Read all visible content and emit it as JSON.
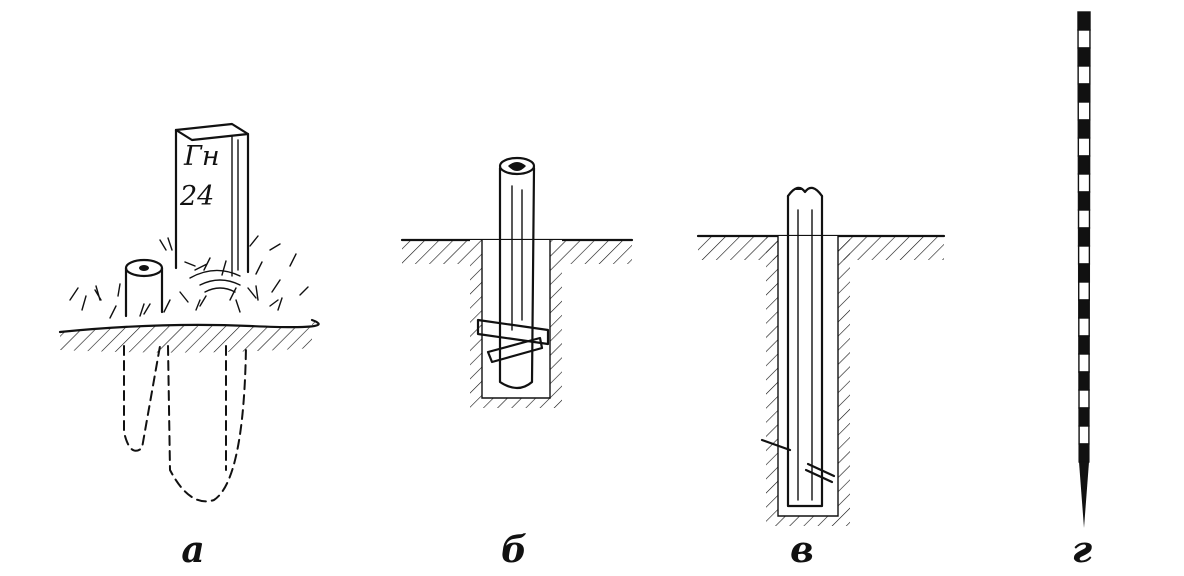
{
  "figures": [
    {
      "id": "a",
      "caption": "а",
      "stake_text": [
        "Гн",
        "24"
      ]
    },
    {
      "id": "b",
      "caption": "б"
    },
    {
      "id": "v",
      "caption": "в"
    },
    {
      "id": "g",
      "caption": "г"
    }
  ],
  "colors": {
    "ink": "#111111",
    "background": "#ffffff"
  }
}
